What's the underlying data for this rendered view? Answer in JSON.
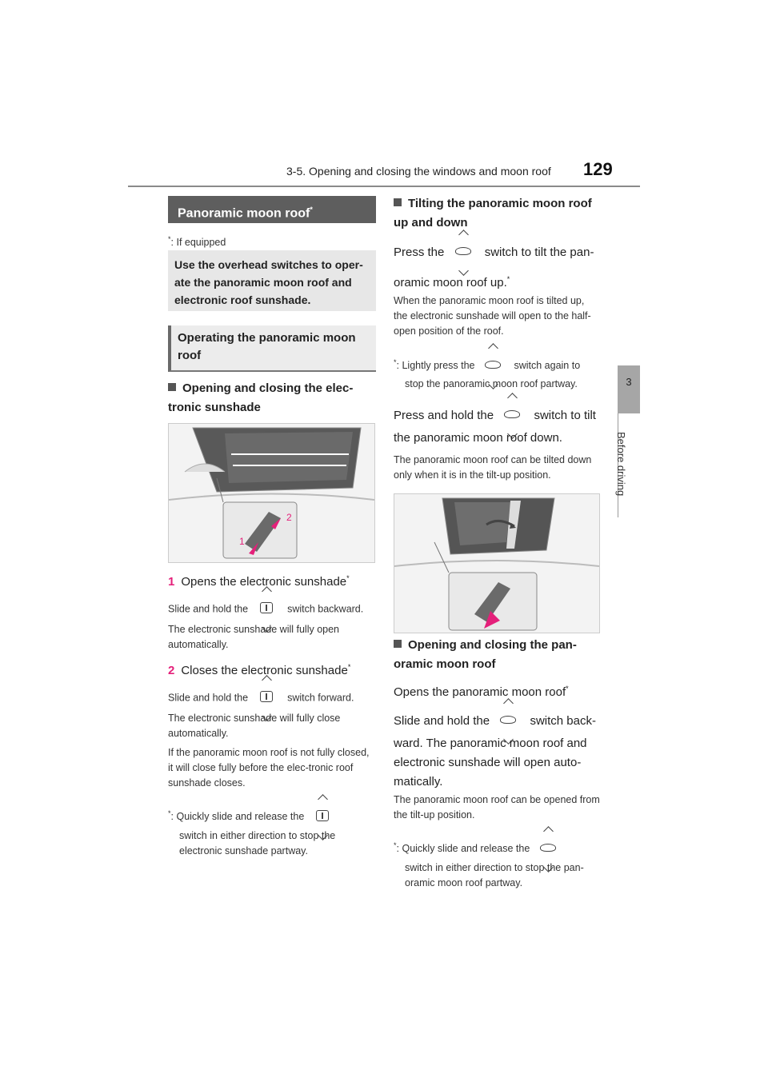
{
  "header": {
    "section_title": "3-5. Opening and closing the windows and moon roof",
    "page_number": "129"
  },
  "side_tab": {
    "number": "3",
    "label": "Before driving"
  },
  "left_col": {
    "star_note": "If equipped",
    "section_title": "Panoramic moon roof",
    "intro": "Use the overhead switches to oper-ate the panoramic moon roof and electronic roof sunshade.",
    "sub_title": "Operating the panoramic moon roof",
    "topic1": "Opening and closing the elec-tronic sunshade",
    "item1_num": "1",
    "item1_title": "Opens the electronic sunshade",
    "item1_l1a": "Slide and hold the",
    "item1_l1b": "switch backward.",
    "item1_l2": "The electronic sunshade will fully open automatically.",
    "item2_num": "2",
    "item2_title": "Closes the electronic sunshade",
    "item2_l1a": "Slide and hold the",
    "item2_l1b": "switch forward.",
    "item2_l2": "The electronic sunshade will fully close automatically.",
    "item2_l3": "If the panoramic moon roof is not fully closed, it will close fully before the elec-tronic roof sunshade closes.",
    "note_a": "Quickly slide and release the",
    "note_b": "switch in either direction to stop the electronic sunshade partway."
  },
  "right_col": {
    "topic2": "Tilting the panoramic moon roof up and down",
    "p1a": "Press the",
    "p1b": "switch to tilt the pan-",
    "p1c": "oramic moon roof up.",
    "p1_note": "When the panoramic moon roof is tilted up, the electronic sunshade will open to the half-open position of the roof.",
    "star_a": "Lightly press the",
    "star_b": "switch again to",
    "star_c": "stop the panoramic moon roof partway.",
    "p2a": "Press and hold the",
    "p2b": "switch to tilt",
    "p2c": "the panoramic moon roof down.",
    "p2_note": "The panoramic moon roof can be tilted down only when it is in the tilt-up position.",
    "topic3": "Opening and closing the pan-oramic moon roof",
    "p3": "Opens the panoramic moon roof",
    "p4a": "Slide and hold the",
    "p4b": "switch back-",
    "p4c": "ward. The panoramic moon roof and electronic sunshade will open auto-matically.",
    "p4_note": "The panoramic moon roof can be opened from the tilt-up position.",
    "note_a": "Quickly slide and release the",
    "note_b": "switch in either direction to stop the pan-oramic moon roof partway."
  },
  "figure1": {
    "label1": "1",
    "label2": "2"
  },
  "colors": {
    "accent": "#e4207a",
    "band": "#5e5e5e"
  }
}
